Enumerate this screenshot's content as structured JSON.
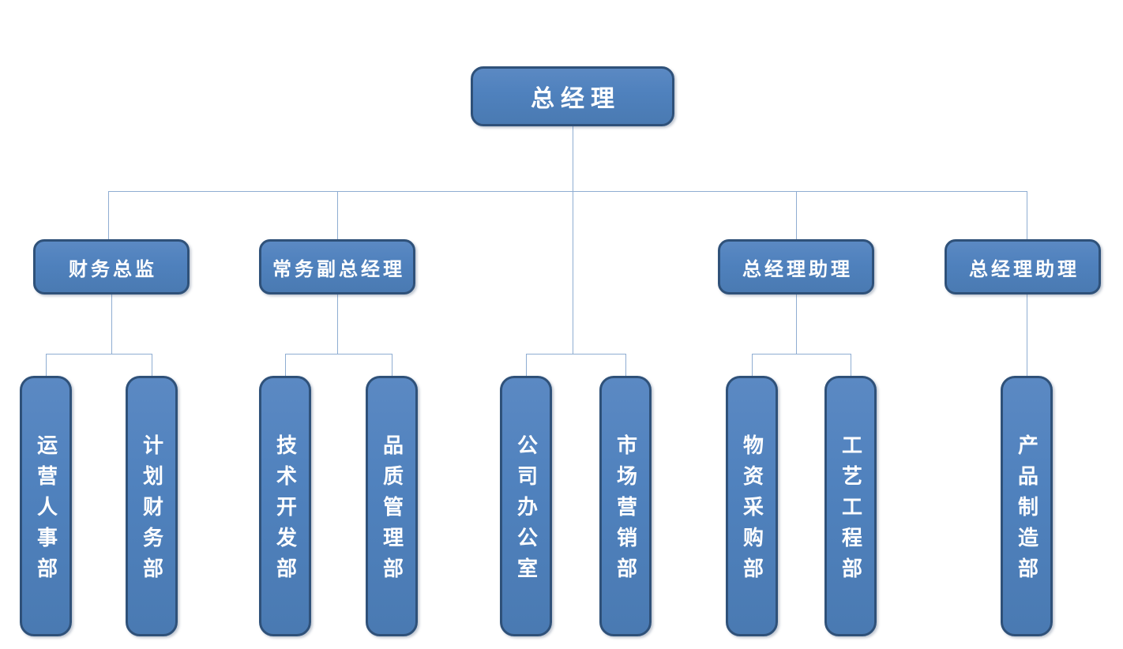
{
  "org": {
    "root": {
      "label": "总经理",
      "children": [
        "公司办公室",
        "市场营销部"
      ]
    },
    "managers": [
      {
        "label": "财务总监",
        "children": [
          "运营人事部",
          "计划财务部"
        ]
      },
      {
        "label": "常务副总经理",
        "children": [
          "技术开发部",
          "品质管理部"
        ]
      },
      {
        "label": "总经理助理",
        "children": [
          "物资采购部",
          "工艺工程部"
        ]
      },
      {
        "label": "总经理助理",
        "children": [
          "产品制造部"
        ]
      }
    ]
  },
  "colors": {
    "box_fill": "#4f81bd",
    "box_border": "#2f5179",
    "connector": "#8fadd2",
    "text": "#ffffff",
    "background": "#ffffff"
  }
}
